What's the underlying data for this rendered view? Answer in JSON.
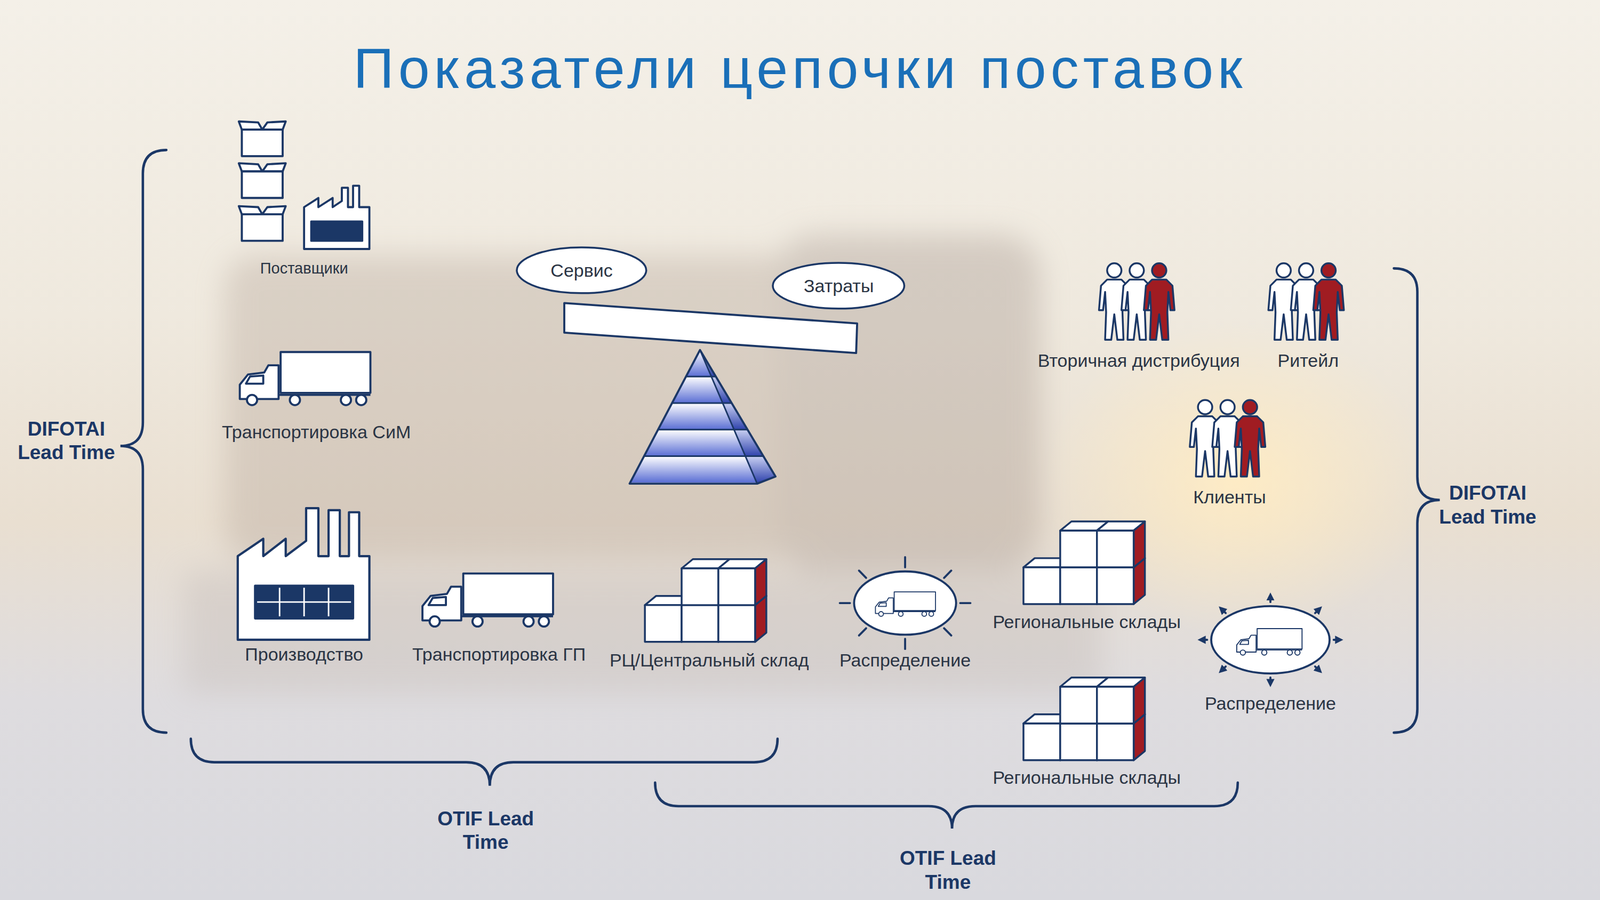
{
  "diagram": {
    "title": "Показатели цепочки поставок",
    "nodes": [
      {
        "text": [
          "Сервис"
        ]
      },
      {
        "text": [
          "Затраты"
        ]
      }
    ],
    "labels": [
      "Поставщики",
      "Вторичная дистрибуция",
      "Ритейл",
      "Транспортировка СиМ",
      "DIFOTAI Lead Time",
      "Клиенты",
      "DIFOTAI Lead Time",
      "Региональные склады",
      "Производство",
      "Транспортировка ГП",
      "РЦ/Центральный склад",
      "Распределение",
      "Распределение",
      "Региональные склады",
      "OTIF Lead Time",
      "OTIF Lead Time"
    ]
  }
}
